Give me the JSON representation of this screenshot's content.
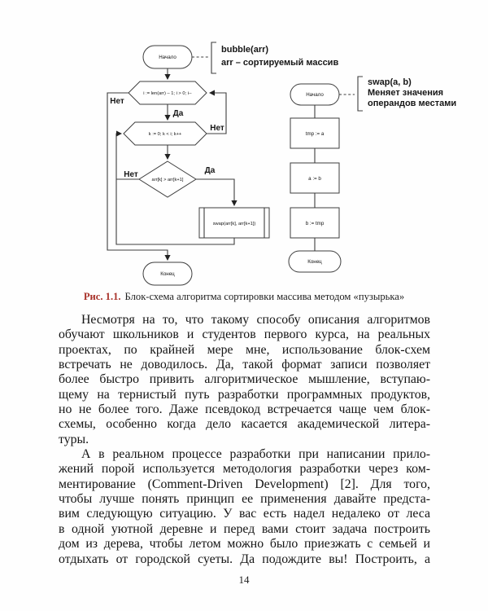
{
  "figure": {
    "left_chart": {
      "start": "Начало",
      "annotation_line1": "bubble(arr)",
      "annotation_line2": "arr – сортируемый массив",
      "loop_outer": "i := len(arr) – 1; i > 0; i--",
      "loop_inner": "k := 0; k < i; k++",
      "condition": "arr[k] > arr[k+1]",
      "process": "swap(arr[k], arr[k+1])",
      "end": "Конец",
      "label_no": "Нет",
      "label_yes": "Да"
    },
    "right_chart": {
      "start": "Начало",
      "annotation_line1": "swap(a, b)",
      "annotation_line2": "Меняет значения",
      "annotation_line3": "операндов местами",
      "step1": "tmp := a",
      "step2": "a := b",
      "step3": "b := tmp",
      "end": "Конец"
    },
    "caption_label": "Рис. 1.1.",
    "caption_text": "Блок-схема алгоритма сортировки массива методом «пузырька»",
    "caption_label_color": "#a8322a"
  },
  "body": {
    "paragraphs": [
      {
        "justify_last": false,
        "lines": [
          "Несмотря на то, что такому способу описания алгоритмов",
          "обучают школьников и студентов первого курса, на реальных",
          "проектах, по крайней мере мне, использование блок-схем",
          "встречать не доводилось. Да, такой формат записи позволяет",
          "более быстро привить алгоритмическое мышление, вступаю-",
          "щему на тернистый путь разработки программных продуктов,",
          "но не более того. Даже псевдокод встречается чаще чем блок-",
          "схемы, особенно когда дело касается академической литера-",
          "туры."
        ]
      },
      {
        "justify_last": true,
        "lines": [
          "А в реальном процессе разработки при написании прило-",
          "жений порой используется методология разработки через ком-",
          "ментирование (Comment-Driven Development) [2]. Для того,",
          "чтобы лучше понять принцип ее применения давайте предста-",
          "вим следующую ситуацию. У вас есть надел недалеко от леса",
          "в одной уютной деревне и перед вами стоит задача построить",
          "дом из дерева, чтобы летом можно было приезжать с семьей и",
          "отдыхать от городской суеты. Да подождите вы! Построить, а"
        ]
      }
    ]
  },
  "page_number": "14"
}
